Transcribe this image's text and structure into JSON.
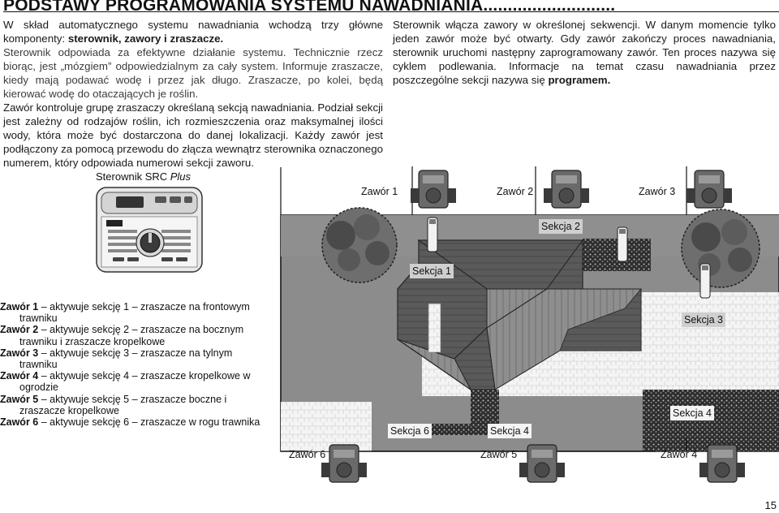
{
  "heading": "PODSTAWY PROGRAMOWANIA SYSTEMU NAWADNIANIA...........................",
  "left_col": {
    "p1_a": "W skład automatycznego systemu nawadniania wchodzą trzy główne komponenty: ",
    "p1_b": "sterownik, zawory i zraszacze.",
    "p2": "Sterownik odpowiada za efektywne działanie systemu. Technicznie rzecz biorąc, jest „mózgiem” odpowiedzialnym za cały system. Informuje zraszacze, kiedy mają podawać wodę i przez jak długo. Zraszacze, po kolei, będą kierować wodę do otaczających je roślin.",
    "p3": "Zawór kontroluje grupę zraszaczy określaną sekcją nawadniania. Podział sekcji jest zależny od rodzajów roślin, ich rozmieszczenia oraz maksymalnej ilości wody, która może być dostarczona do danej lokalizacji. Każdy zawór jest podłączony za pomocą przewodu do złącza wewnątrz sterownika oznaczonego numerem, który odpowiada numerowi sekcji zaworu."
  },
  "right_col": {
    "p1_a": "Sterownik włącza zawory w określonej sekwencji. W danym momencie tylko jeden zawór może być otwarty. Gdy zawór zakończy proces nawadniania, sterownik uruchomi następny zaprogramowany zawór. Ten proces nazywa się cyklem podlewania. Informacje na temat czasu nawadniania przez poszczególne sekcji nazywa się ",
    "p1_b": "programem."
  },
  "controller": {
    "title_a": "Sterownik SRC ",
    "title_b": "Plus"
  },
  "valve_list": [
    {
      "bold": "Zawór 1",
      "dash": " – ",
      "rest": "aktywuje sekcję 1 – zraszacze na frontowym",
      "cont": "trawniku"
    },
    {
      "bold": "Zawór 2",
      "dash": " – ",
      "rest": "aktywuje sekcję 2 – zraszacze na bocznym",
      "cont": "trawniku i zraszacze kropelkowe"
    },
    {
      "bold": "Zawór 3",
      "dash": " – ",
      "rest": "aktywuje sekcję 3 – zraszacze na tylnym",
      "cont": "trawniku"
    },
    {
      "bold": "Zawór 4",
      "dash": " – ",
      "rest": "aktywuje sekcję 4 – zraszacze kropelkowe w",
      "cont": "ogrodzie"
    },
    {
      "bold": "Zawór 5",
      "dash": " – ",
      "rest": "aktywuje sekcję 5 – zraszacze boczne i",
      "cont": "zraszacze kropelkowe"
    },
    {
      "bold": "Zawór 6",
      "dash": " – ",
      "rest": "aktywuje sekcję 6 – zraszacze w rogu trawnika",
      "cont": ""
    }
  ],
  "diagram": {
    "valve_labels": [
      "Zawór 1",
      "Zawór 2",
      "Zawór 3",
      "Zawór 6",
      "Zawór 5",
      "Zawór 4"
    ],
    "section_labels": [
      "Sekcja 2",
      "Sekcja 1",
      "Sekcja 3",
      "Sekcja 6",
      "Sekcja 4",
      "Sekcja 4"
    ]
  },
  "page_number": "15",
  "colors": {
    "lawn": "#8c8c8c",
    "roof_dark": "#5a5a5a",
    "roof_mid": "#8e8e8e",
    "paving": "#f4f4f4",
    "gravel": "#2e2e2e",
    "frame": "#111111"
  }
}
